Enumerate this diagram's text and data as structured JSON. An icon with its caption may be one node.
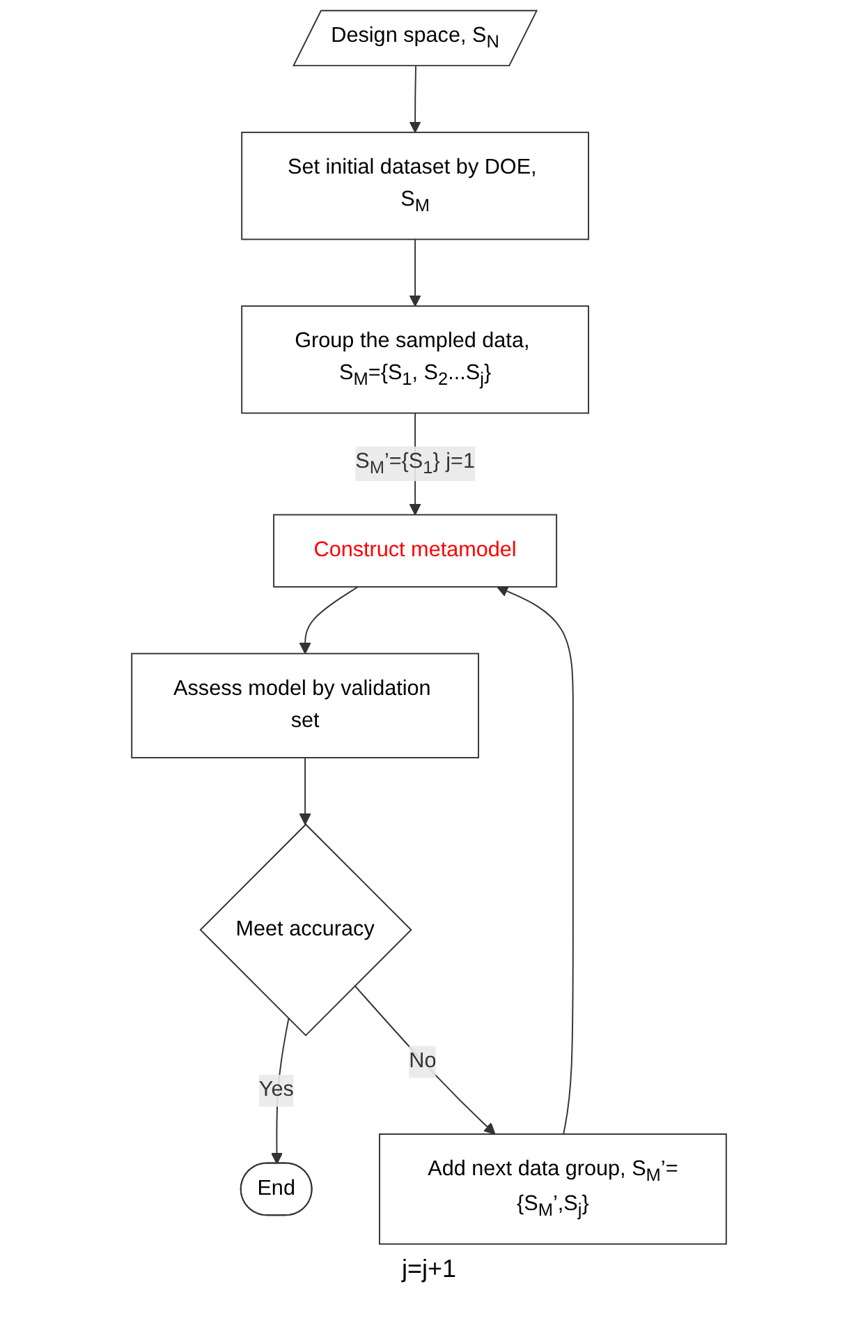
{
  "diagram": {
    "nodes": [
      {
        "text": [
          "Design space, S$_{N}$"
        ]
      },
      {
        "text": [
          "Set initial dataset by DOE, S$_{M}$"
        ]
      },
      {
        "text": [
          "Group the sampled data, S$_{M}$={S$_{1}$, S$_{2}$...S$_{j}$}"
        ]
      },
      {
        "text": [
          "Construct metamodel"
        ]
      },
      {
        "text": [
          "Assess model by validation set"
        ]
      },
      {
        "text": [
          "Meet accuracy"
        ]
      },
      {
        "text": [
          "End"
        ]
      },
      {
        "text": [
          "Add next data group, S$_{M}$’={S$_{M}$’,S$_{j}$}"
        ]
      }
    ],
    "edges": [
      {
        "from": 0,
        "to": 1,
        "arrow": "to"
      },
      {
        "from": 1,
        "to": 2,
        "arrow": "to"
      },
      {
        "from": 2,
        "to": 3,
        "arrow": "to",
        "label": "S$_{M}$’={S$_{1}$} j=1"
      },
      {
        "from": 3,
        "to": 4,
        "arrow": "to"
      },
      {
        "from": 4,
        "to": 5,
        "arrow": "to"
      },
      {
        "from": 5,
        "to": 6,
        "arrow": "to",
        "label": "Yes"
      },
      {
        "from": 5,
        "to": 7,
        "arrow": "to",
        "label": "No"
      },
      {
        "from": 7,
        "to": 3,
        "arrow": "to"
      }
    ],
    "labels": [
      "j=j+1"
    ]
  }
}
